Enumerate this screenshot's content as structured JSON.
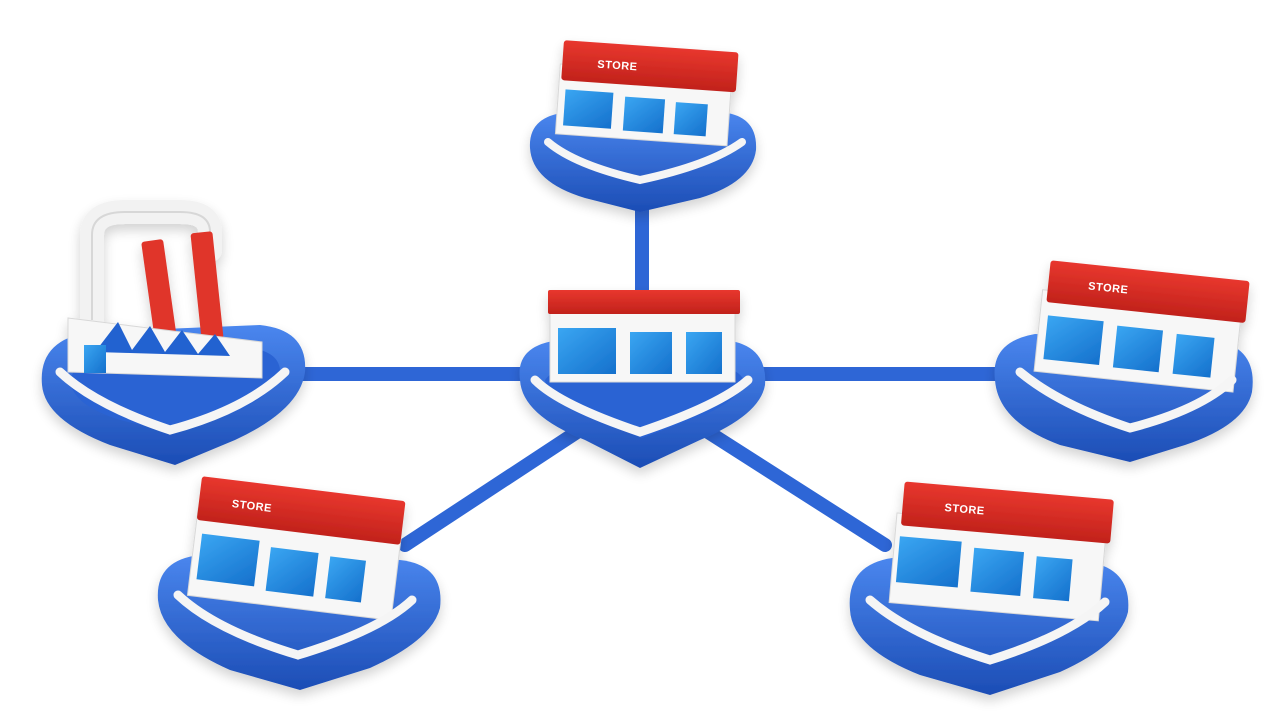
{
  "scene": {
    "description_free": true,
    "background": "#ffffff",
    "colors": {
      "platform_blue": "#2f6bdc",
      "platform_blue_dark": "#1d4fb8",
      "platform_top": "#3a78e6",
      "connector_blue": "#2e66d6",
      "roof_red": "#dd2b23",
      "roof_red_dark": "#b81f19",
      "building_white": "#f7f7f7",
      "window_blue": "#1f8ce0",
      "chimney_red": "#e0342b",
      "smoke_white": "#f2f2f2"
    },
    "nodes": [
      {
        "id": "center",
        "kind": "store",
        "sign": ""
      },
      {
        "id": "top",
        "kind": "store",
        "sign": "STORE"
      },
      {
        "id": "right",
        "kind": "store",
        "sign": "STORE"
      },
      {
        "id": "bottom-right",
        "kind": "store",
        "sign": "STORE"
      },
      {
        "id": "bottom-left",
        "kind": "store",
        "sign": "STORE"
      },
      {
        "id": "left",
        "kind": "factory",
        "sign": ""
      }
    ]
  }
}
